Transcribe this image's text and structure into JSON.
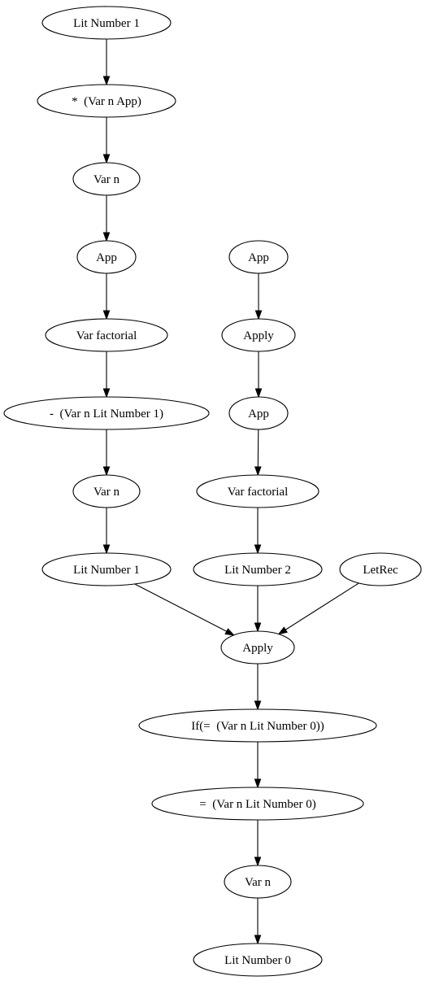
{
  "graph": {
    "nodes": [
      {
        "id": "lit1_top",
        "label": "Lit Number 1"
      },
      {
        "id": "mul",
        "label": "*  (Var n App)"
      },
      {
        "id": "var_n_1",
        "label": "Var n"
      },
      {
        "id": "app_left",
        "label": "App"
      },
      {
        "id": "var_fact_left",
        "label": "Var factorial"
      },
      {
        "id": "minus",
        "label": "-  (Var n Lit Number 1)"
      },
      {
        "id": "var_n_2",
        "label": "Var n"
      },
      {
        "id": "lit1_bottom",
        "label": "Lit Number 1"
      },
      {
        "id": "app_right_top",
        "label": "App"
      },
      {
        "id": "apply_right",
        "label": "Apply"
      },
      {
        "id": "app_right_mid",
        "label": "App"
      },
      {
        "id": "var_fact_right",
        "label": "Var factorial"
      },
      {
        "id": "lit2",
        "label": "Lit Number 2"
      },
      {
        "id": "letrec",
        "label": "LetRec"
      },
      {
        "id": "apply_main",
        "label": "Apply"
      },
      {
        "id": "if",
        "label": "If(=  (Var n Lit Number 0))"
      },
      {
        "id": "eq",
        "label": "=  (Var n Lit Number 0)"
      },
      {
        "id": "var_n_3",
        "label": "Var n"
      },
      {
        "id": "lit0",
        "label": "Lit Number 0"
      }
    ],
    "edges": [
      {
        "from": "lit1_top",
        "to": "mul"
      },
      {
        "from": "mul",
        "to": "var_n_1"
      },
      {
        "from": "var_n_1",
        "to": "app_left"
      },
      {
        "from": "app_left",
        "to": "var_fact_left"
      },
      {
        "from": "var_fact_left",
        "to": "minus"
      },
      {
        "from": "minus",
        "to": "var_n_2"
      },
      {
        "from": "var_n_2",
        "to": "lit1_bottom"
      },
      {
        "from": "lit1_bottom",
        "to": "apply_main"
      },
      {
        "from": "app_right_top",
        "to": "apply_right"
      },
      {
        "from": "apply_right",
        "to": "app_right_mid"
      },
      {
        "from": "app_right_mid",
        "to": "var_fact_right"
      },
      {
        "from": "var_fact_right",
        "to": "lit2"
      },
      {
        "from": "lit2",
        "to": "apply_main"
      },
      {
        "from": "letrec",
        "to": "apply_main"
      },
      {
        "from": "apply_main",
        "to": "if"
      },
      {
        "from": "if",
        "to": "eq"
      },
      {
        "from": "eq",
        "to": "var_n_3"
      },
      {
        "from": "var_n_3",
        "to": "lit0"
      }
    ]
  }
}
